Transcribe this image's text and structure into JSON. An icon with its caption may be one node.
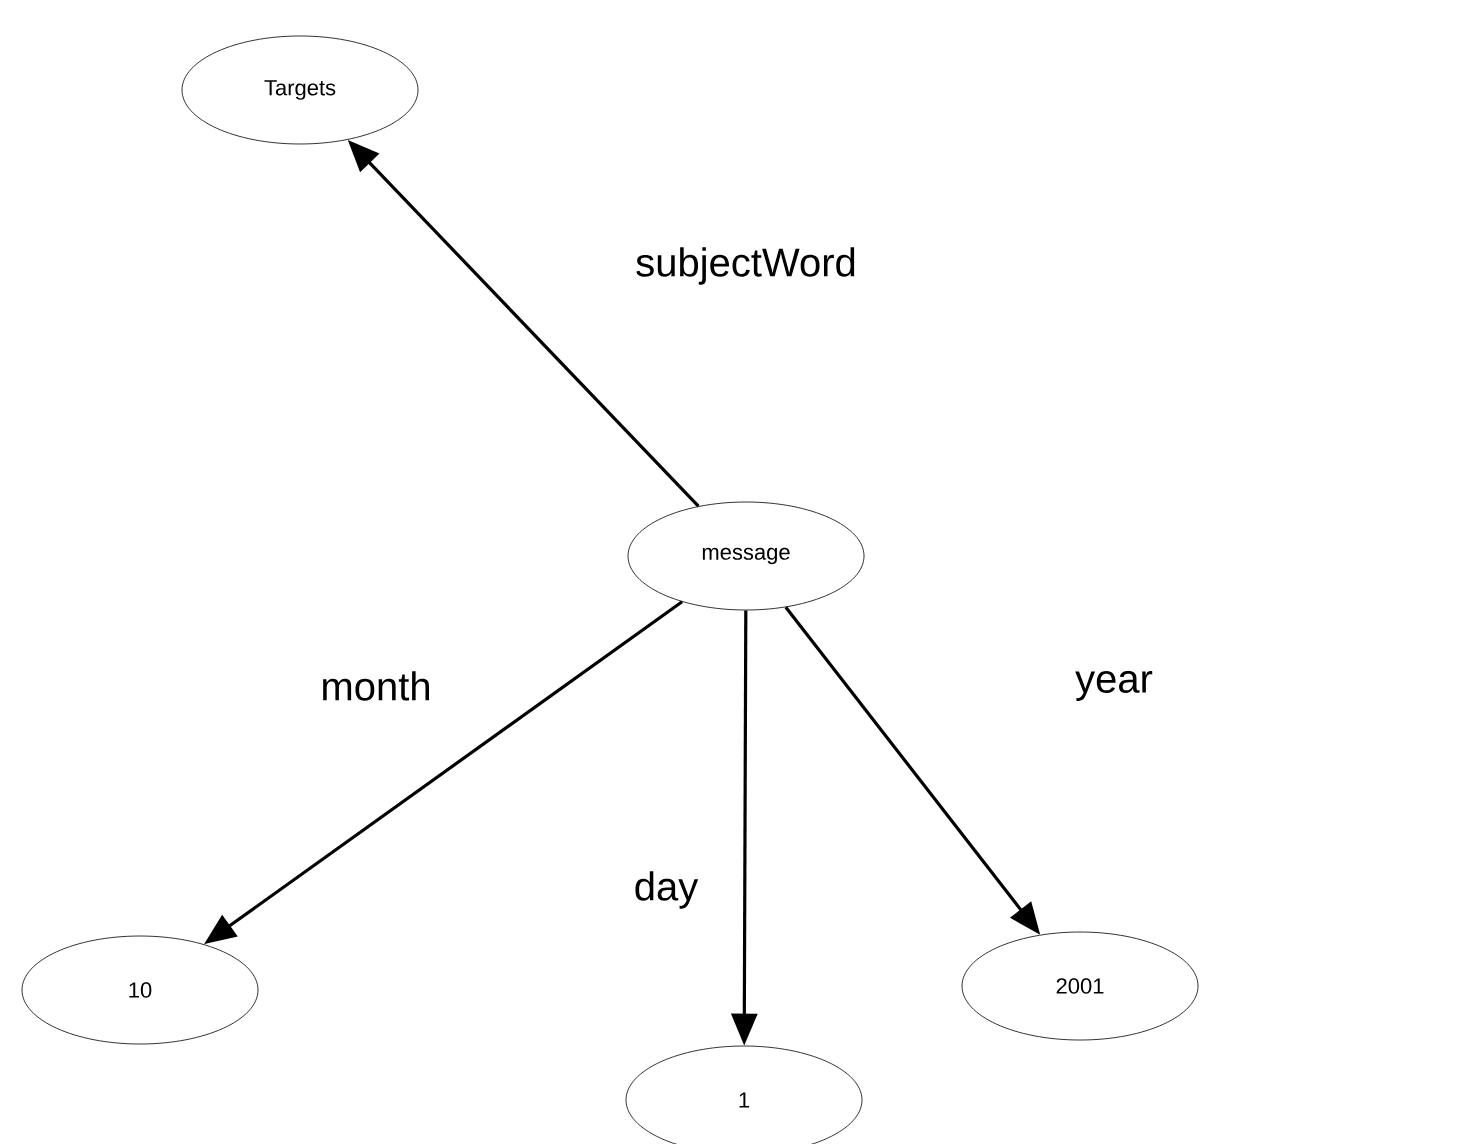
{
  "diagram": {
    "nodes": [
      {
        "text": [
          "Targets"
        ]
      },
      {
        "text": [
          "message"
        ]
      },
      {
        "text": [
          "10"
        ]
      },
      {
        "text": [
          "1"
        ]
      },
      {
        "text": [
          "2001"
        ]
      }
    ],
    "edges": [
      {
        "from": 1,
        "to": 0,
        "arrow": "to",
        "label": "subjectWord"
      },
      {
        "from": 1,
        "to": 2,
        "arrow": "to",
        "label": "month"
      },
      {
        "from": 1,
        "to": 3,
        "arrow": "to",
        "label": "day"
      },
      {
        "from": 1,
        "to": 4,
        "arrow": "to",
        "label": "year"
      }
    ]
  }
}
